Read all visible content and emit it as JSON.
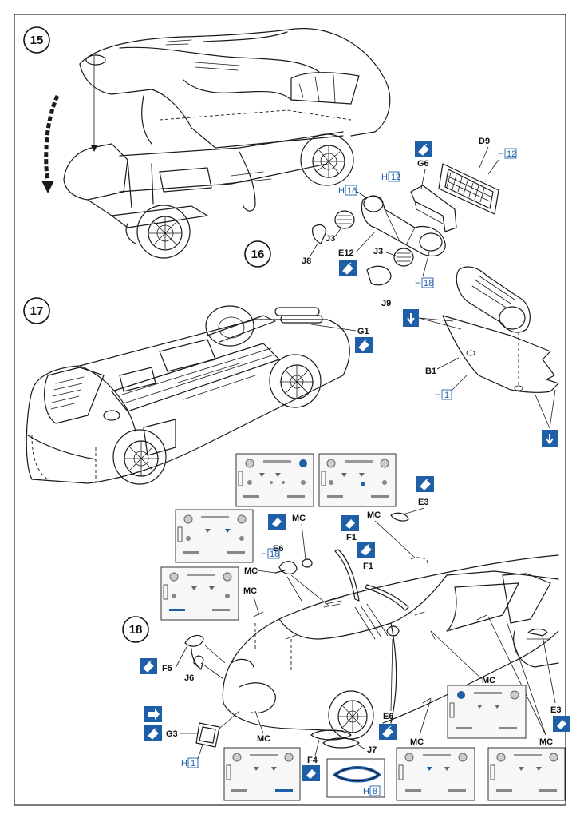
{
  "steps": [
    "15",
    "16",
    "17",
    "18"
  ],
  "parts": {
    "D9": "D9",
    "G6": "G6",
    "G1": "G1",
    "G3": "G3",
    "J3a": "J3",
    "J3b": "J3",
    "J6": "J6",
    "J7": "J7",
    "J8": "J8",
    "J9": "J9",
    "E3a": "E3",
    "E3b": "E3",
    "E6a": "E6",
    "E6b": "E6",
    "E12": "E12",
    "F1a": "F1",
    "F1b": "F1",
    "F4": "F4",
    "F5": "F5",
    "B1": "B1",
    "MC": "MC"
  },
  "paint_codes": {
    "h12a": "12",
    "h12b": "12",
    "h18a": "18",
    "h18b": "18",
    "h18c": "18",
    "h1a": "1",
    "h1b": "1",
    "h8": "8"
  },
  "paint_prefix": "H",
  "colors": {
    "accent": "#1f5fa8",
    "ink": "#1a1a1a"
  },
  "icons": [
    "glue-icon",
    "glue-point-icon",
    "decal-icon",
    "direction-arrow-icon"
  ]
}
